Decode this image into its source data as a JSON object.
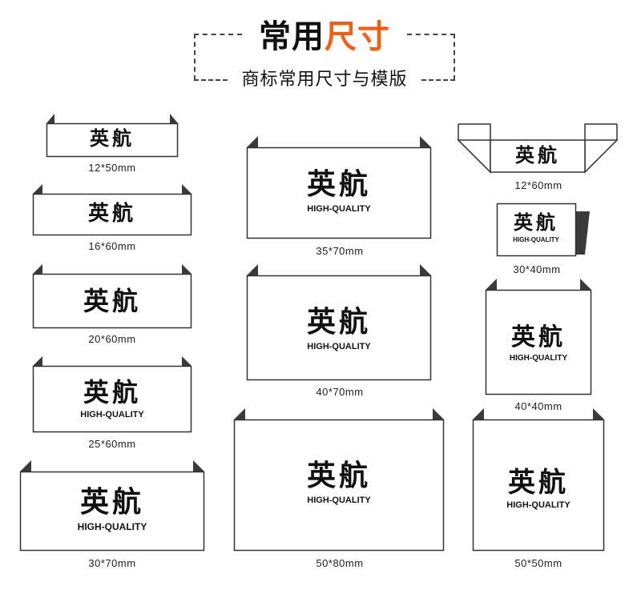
{
  "header": {
    "title_black": "常用",
    "title_orange": "尺寸",
    "subtitle": "商标常用尺寸与模版"
  },
  "brand": {
    "text": "英航",
    "tagline": "HIGH-QUALITY"
  },
  "labels": {
    "s12x50": "12*50mm",
    "s16x60": "16*60mm",
    "s20x60": "20*60mm",
    "s25x60": "25*60mm",
    "s30x70": "30*70mm",
    "s35x70": "35*70mm",
    "s40x70": "40*70mm",
    "s50x80": "50*80mm",
    "s12x60": "12*60mm",
    "s30x40": "30*40mm",
    "s40x40": "40*40mm",
    "s50x50": "50*50mm"
  },
  "colors": {
    "accent": "#ff5a0a",
    "text": "#111111",
    "fold": "#3a3a3a"
  }
}
